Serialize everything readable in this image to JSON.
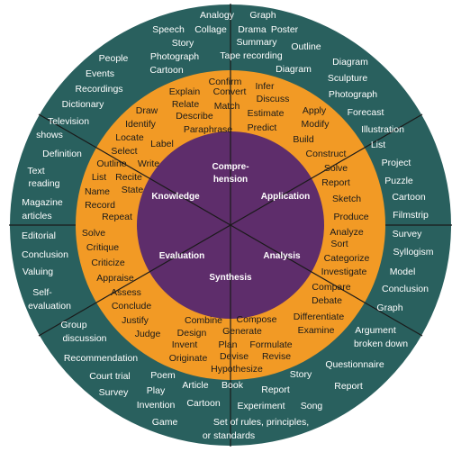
{
  "colors": {
    "outer_ring": "#29605e",
    "middle_ring": "#f29a25",
    "core": "#5e2d6b",
    "divider": "#1a1a1a",
    "outer_text": "#ffffff",
    "middle_text": "#1a1a1a",
    "core_text": "#ffffff"
  },
  "categories": {
    "knowledge": "Knowledge",
    "comprehension": [
      "Compre-",
      "hension"
    ],
    "application": "Application",
    "analysis": "Analysis",
    "synthesis": "Synthesis",
    "evaluation": "Evaluation"
  },
  "verbs": {
    "knowledge": [
      "Draw",
      "Identify",
      "Label",
      "Locate",
      "Select",
      "Outline",
      "Write",
      "List",
      "Recite",
      "Name",
      "State",
      "Record",
      "Repeat"
    ],
    "comprehension": [
      "Confirm",
      "Infer",
      "Explain",
      "Convert",
      "Discuss",
      "Relate",
      "Match",
      "Describe",
      "Estimate",
      "Paraphrase",
      "Predict"
    ],
    "application": [
      "Apply",
      "Modify",
      "Build",
      "Construct",
      "Solve",
      "Report",
      "Sketch",
      "Produce"
    ],
    "analysis": [
      "Analyze",
      "Sort",
      "Categorize",
      "Investigate",
      "Compare",
      "Debate",
      "Differentiate",
      "Examine"
    ],
    "synthesis": [
      "Combine",
      "Compose",
      "Design",
      "Generate",
      "Invent",
      "Plan",
      "Formulate",
      "Originate",
      "Devise",
      "Revise",
      "Hypothesize"
    ],
    "evaluation": [
      "Solve",
      "Critique",
      "Criticize",
      "Appraise",
      "Assess",
      "Conclude",
      "Justify",
      "Judge"
    ]
  },
  "products": {
    "knowledge": [
      "People",
      "Events",
      "Recordings",
      "Dictionary",
      "Television",
      "shows",
      "Definition",
      "Text",
      "reading",
      "Magazine",
      "articles"
    ],
    "comprehension": [
      "Analogy",
      "Graph",
      "Speech",
      "Collage",
      "Drama",
      "Poster",
      "Story",
      "Summary",
      "Outline",
      "Photograph",
      "Tape recording",
      "Cartoon",
      "Diagram"
    ],
    "application": [
      "Diagram",
      "Sculpture",
      "Photograph",
      "Forecast",
      "Illustration",
      "List",
      "Project",
      "Puzzle",
      "Cartoon",
      "Filmstrip"
    ],
    "analysis": [
      "Survey",
      "Syllogism",
      "Model",
      "Conclusion",
      "Graph",
      "Argument",
      "broken down",
      "Questionnaire",
      "Report"
    ],
    "synthesis": [
      "Story",
      "Poem",
      "Play",
      "Article",
      "Book",
      "Report",
      "Invention",
      "Cartoon",
      "Experiment",
      "Song",
      "Game",
      "Set of rules, principles,",
      "or standards"
    ],
    "evaluation": [
      "Editorial",
      "Conclusion",
      "Valuing",
      "Self-",
      "evaluation",
      "Group",
      "discussion",
      "Recommendation",
      "Court trial",
      "Survey"
    ]
  }
}
